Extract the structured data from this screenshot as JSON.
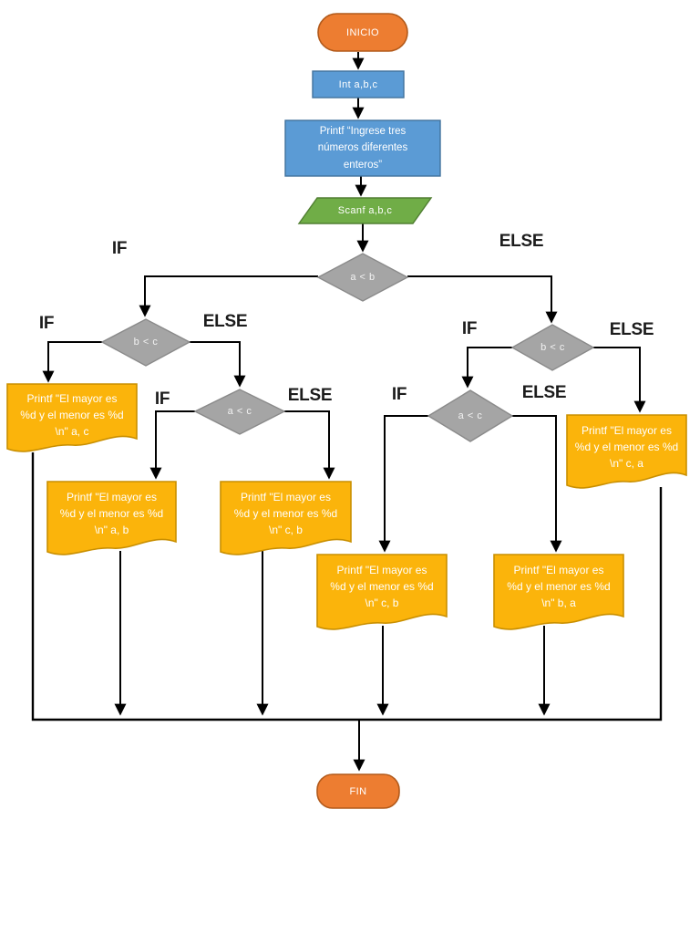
{
  "diagram_title": "flowchart-largest-smallest-of-three-numbers",
  "branch_labels": {
    "if1": "IF",
    "else1": "ELSE",
    "if2": "IF",
    "else2": "ELSE",
    "if3": "IF",
    "else3": "ELSE",
    "if4": "IF",
    "else4": "ELSE",
    "if5": "IF",
    "else5": "ELSE"
  },
  "nodes": {
    "start": "INICIO",
    "declare": "Int a,b,c",
    "prompt_l1": "Printf “Ingrese tres",
    "prompt_l2": "números diferentes",
    "prompt_l3": "enteros”",
    "input": "Scanf a,b,c",
    "cond_ab": "a < b",
    "cond_bc_left": "b < c",
    "cond_ac_left": "a < c",
    "cond_bc_right": "b < c",
    "cond_ac_right": "a < c",
    "end": "FIN"
  },
  "outputs": {
    "a_c": {
      "l1": "Printf \"El mayor es",
      "l2": "%d y el menor es %d",
      "l3": "\\n\" a, c"
    },
    "a_b": {
      "l1": "Printf \"El mayor es",
      "l2": "%d y el menor es %d",
      "l3": "\\n\" a, b"
    },
    "c_b_left": {
      "l1": "Printf \"El mayor es",
      "l2": "%d y el menor es %d",
      "l3": "\\n\" c, b"
    },
    "c_b_right": {
      "l1": "Printf \"El mayor es",
      "l2": "%d y el menor es %d",
      "l3": "\\n\" c, b"
    },
    "b_a": {
      "l1": "Printf \"El mayor es",
      "l2": "%d y el menor es %d",
      "l3": "\\n\" b, a"
    },
    "c_a": {
      "l1": "Printf \"El mayor es",
      "l2": "%d y el menor es %d",
      "l3": "\\n\" c, a"
    }
  },
  "colors": {
    "terminator_fill": "#ED7D31",
    "terminator_stroke": "#B25A1B",
    "process_fill": "#5B9BD5",
    "process_stroke": "#41719C",
    "io_fill": "#70AD47",
    "io_stroke": "#507E32",
    "decision_fill": "#A5A5A5",
    "decision_stroke": "#8A8A8A",
    "document_fill": "#FBB40B",
    "document_stroke": "#C98F00",
    "connector": "#000000",
    "background": "#FFFFFF"
  }
}
